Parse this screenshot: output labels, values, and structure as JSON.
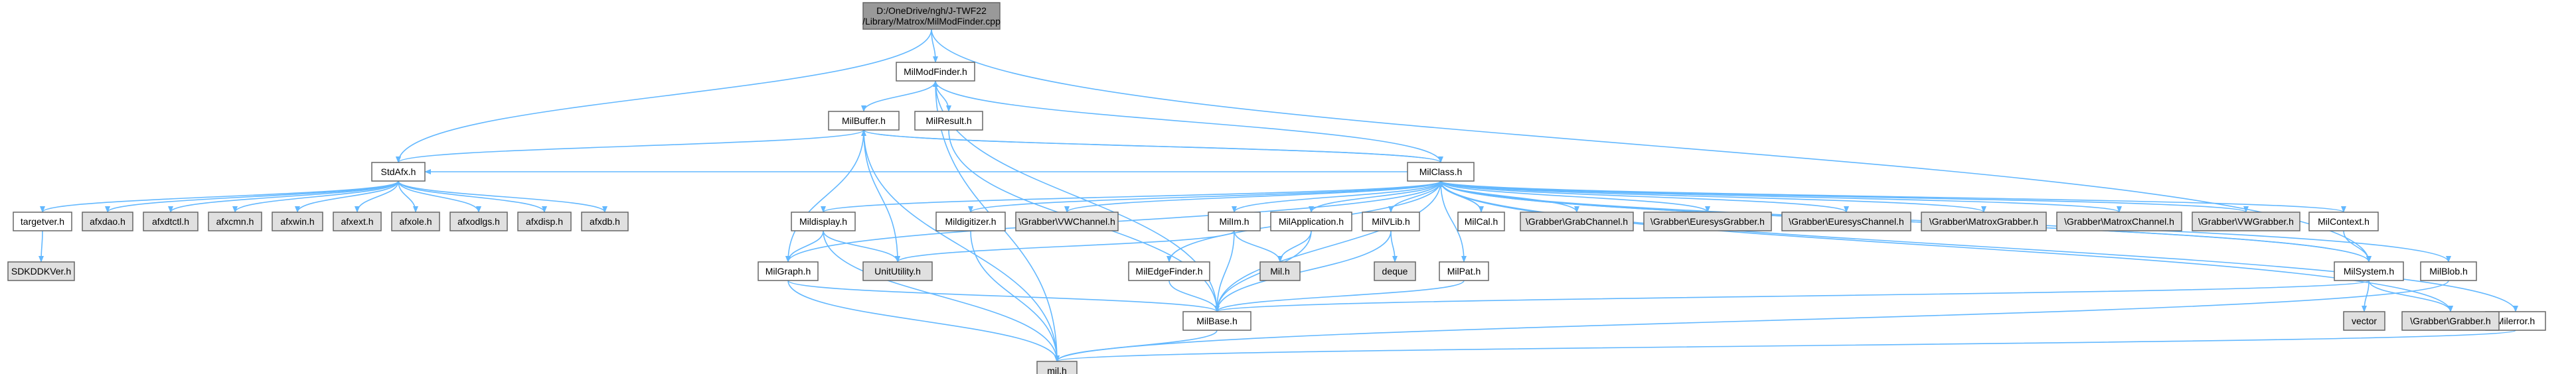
{
  "colors": {
    "root_fill": "#999999",
    "node_fill": "#ffffff",
    "external_fill": "#e0e0e0",
    "border": "#666666",
    "edge": "#63b8ff"
  },
  "nodes": [
    {
      "id": "root",
      "label": "D:/OneDrive/ngh/J-TWF22\n/Library/Matrox/MilModFinder.cpp",
      "kind": "root"
    },
    {
      "id": "milmodfinder_h",
      "label": "MilModFinder.h",
      "kind": "local"
    },
    {
      "id": "stdafx_h",
      "label": "StdAfx.h",
      "kind": "local"
    },
    {
      "id": "milbuffer_h",
      "label": "MilBuffer.h",
      "kind": "local"
    },
    {
      "id": "milresult_h",
      "label": "MilResult.h",
      "kind": "local"
    },
    {
      "id": "milclass_h",
      "label": "MilClass.h",
      "kind": "local"
    },
    {
      "id": "targetver_h",
      "label": "targetver.h",
      "kind": "local"
    },
    {
      "id": "sdkddkver_h",
      "label": "SDKDDKVer.h",
      "kind": "external"
    },
    {
      "id": "afxdao_h",
      "label": "afxdao.h",
      "kind": "external"
    },
    {
      "id": "afxdtctl_h",
      "label": "afxdtctl.h",
      "kind": "external"
    },
    {
      "id": "afxcmn_h",
      "label": "afxcmn.h",
      "kind": "external"
    },
    {
      "id": "afxwin_h",
      "label": "afxwin.h",
      "kind": "external"
    },
    {
      "id": "afxext_h",
      "label": "afxext.h",
      "kind": "external"
    },
    {
      "id": "afxole_h",
      "label": "afxole.h",
      "kind": "external"
    },
    {
      "id": "afxodlgs_h",
      "label": "afxodlgs.h",
      "kind": "external"
    },
    {
      "id": "afxdisp_h",
      "label": "afxdisp.h",
      "kind": "external"
    },
    {
      "id": "afxdb_h",
      "label": "afxdb.h",
      "kind": "external"
    },
    {
      "id": "mildisplay_h",
      "label": "Mildisplay.h",
      "kind": "local"
    },
    {
      "id": "mildigitizer_h",
      "label": "Mildigitizer.h",
      "kind": "local"
    },
    {
      "id": "grabber_vwchannel_h",
      "label": "\\Grabber\\VWChannel.h",
      "kind": "external"
    },
    {
      "id": "milim_h",
      "label": "MilIm.h",
      "kind": "local"
    },
    {
      "id": "milapplication_h",
      "label": "MilApplication.h",
      "kind": "local"
    },
    {
      "id": "milvlib_h",
      "label": "MilVLib.h",
      "kind": "local"
    },
    {
      "id": "milcal_h",
      "label": "MilCal.h",
      "kind": "local"
    },
    {
      "id": "grabber_grabchannel_h",
      "label": "\\Grabber\\GrabChannel.h",
      "kind": "external"
    },
    {
      "id": "grabber_euresysgrabber_h",
      "label": "\\Grabber\\EuresysGrabber.h",
      "kind": "external"
    },
    {
      "id": "grabber_euresyschannel_h",
      "label": "\\Grabber\\EuresysChannel.h",
      "kind": "external"
    },
    {
      "id": "grabber_matroxgrabber_h",
      "label": "\\Grabber\\MatroxGrabber.h",
      "kind": "external"
    },
    {
      "id": "grabber_matroxchannel_h",
      "label": "\\Grabber\\MatroxChannel.h",
      "kind": "external"
    },
    {
      "id": "grabber_vwgrabber_h",
      "label": "\\Grabber\\VWGrabber.h",
      "kind": "external"
    },
    {
      "id": "milcontext_h",
      "label": "MilContext.h",
      "kind": "local"
    },
    {
      "id": "milgraph_h",
      "label": "MilGraph.h",
      "kind": "local"
    },
    {
      "id": "unitutility_h",
      "label": "UnitUtility.h",
      "kind": "external"
    },
    {
      "id": "miledgefinder_h",
      "label": "MilEdgeFinder.h",
      "kind": "local"
    },
    {
      "id": "mil_h_small",
      "label": "Mil.h",
      "kind": "external"
    },
    {
      "id": "deque",
      "label": "deque",
      "kind": "external"
    },
    {
      "id": "milpat_h",
      "label": "MilPat.h",
      "kind": "local"
    },
    {
      "id": "milsystem_h",
      "label": "MilSystem.h",
      "kind": "local"
    },
    {
      "id": "milblob_h",
      "label": "MilBlob.h",
      "kind": "local"
    },
    {
      "id": "milerror_h",
      "label": "Milerror.h",
      "kind": "local"
    },
    {
      "id": "milbase_h",
      "label": "MilBase.h",
      "kind": "local"
    },
    {
      "id": "vector",
      "label": "vector",
      "kind": "external"
    },
    {
      "id": "grabber_grabber_h",
      "label": "\\Grabber\\Grabber.h",
      "kind": "external"
    },
    {
      "id": "mil_h",
      "label": "mil.h",
      "kind": "external"
    }
  ],
  "edges": [
    [
      "root",
      "milmodfinder_h"
    ],
    [
      "root",
      "stdafx_h"
    ],
    [
      "root",
      "milsystem_h"
    ],
    [
      "milmodfinder_h",
      "milbuffer_h"
    ],
    [
      "milmodfinder_h",
      "milresult_h"
    ],
    [
      "milmodfinder_h",
      "milbase_h"
    ],
    [
      "milmodfinder_h",
      "mil_h"
    ],
    [
      "milbuffer_h",
      "stdafx_h"
    ],
    [
      "milbuffer_h",
      "milclass_h"
    ],
    [
      "milbuffer_h",
      "milgraph_h"
    ],
    [
      "milbuffer_h",
      "unitutility_h"
    ],
    [
      "milbuffer_h",
      "mil_h"
    ],
    [
      "milresult_h",
      "milbase_h"
    ],
    [
      "stdafx_h",
      "targetver_h"
    ],
    [
      "stdafx_h",
      "afxdao_h"
    ],
    [
      "stdafx_h",
      "afxdtctl_h"
    ],
    [
      "stdafx_h",
      "afxcmn_h"
    ],
    [
      "stdafx_h",
      "afxwin_h"
    ],
    [
      "stdafx_h",
      "afxext_h"
    ],
    [
      "stdafx_h",
      "afxole_h"
    ],
    [
      "stdafx_h",
      "afxodlgs_h"
    ],
    [
      "stdafx_h",
      "afxdisp_h"
    ],
    [
      "stdafx_h",
      "afxdb_h"
    ],
    [
      "targetver_h",
      "sdkddkver_h"
    ],
    [
      "milclass_h",
      "milmodfinder_h"
    ],
    [
      "milclass_h",
      "milbuffer_h"
    ],
    [
      "milclass_h",
      "stdafx_h"
    ],
    [
      "milclass_h",
      "mildisplay_h"
    ],
    [
      "milclass_h",
      "mildigitizer_h"
    ],
    [
      "milclass_h",
      "grabber_vwchannel_h"
    ],
    [
      "milclass_h",
      "milim_h"
    ],
    [
      "milclass_h",
      "milapplication_h"
    ],
    [
      "milclass_h",
      "milvlib_h"
    ],
    [
      "milclass_h",
      "milcal_h"
    ],
    [
      "milclass_h",
      "grabber_grabchannel_h"
    ],
    [
      "milclass_h",
      "grabber_euresysgrabber_h"
    ],
    [
      "milclass_h",
      "grabber_euresyschannel_h"
    ],
    [
      "milclass_h",
      "grabber_matroxgrabber_h"
    ],
    [
      "milclass_h",
      "grabber_matroxchannel_h"
    ],
    [
      "milclass_h",
      "grabber_vwgrabber_h"
    ],
    [
      "milclass_h",
      "milcontext_h"
    ],
    [
      "milclass_h",
      "milgraph_h"
    ],
    [
      "milclass_h",
      "miledgefinder_h"
    ],
    [
      "milclass_h",
      "milpat_h"
    ],
    [
      "milclass_h",
      "milsystem_h"
    ],
    [
      "milclass_h",
      "milblob_h"
    ],
    [
      "milclass_h",
      "milerror_h"
    ],
    [
      "milclass_h",
      "milbase_h"
    ],
    [
      "milclass_h",
      "grabber_grabber_h"
    ],
    [
      "mildisplay_h",
      "milgraph_h"
    ],
    [
      "mildisplay_h",
      "unitutility_h"
    ],
    [
      "mildisplay_h",
      "mil_h"
    ],
    [
      "mildigitizer_h",
      "mil_h"
    ],
    [
      "milim_h",
      "unitutility_h"
    ],
    [
      "milim_h",
      "mil_h_small"
    ],
    [
      "milim_h",
      "milbase_h"
    ],
    [
      "milapplication_h",
      "mil_h_small"
    ],
    [
      "milapplication_h",
      "milbase_h"
    ],
    [
      "milvlib_h",
      "deque"
    ],
    [
      "milvlib_h",
      "milbase_h"
    ],
    [
      "milcal_h",
      "milclass_h"
    ],
    [
      "milcontext_h",
      "milsystem_h"
    ],
    [
      "milgraph_h",
      "milbase_h"
    ],
    [
      "milgraph_h",
      "mil_h"
    ],
    [
      "miledgefinder_h",
      "milbase_h"
    ],
    [
      "milpat_h",
      "milbase_h"
    ],
    [
      "milsystem_h",
      "milbase_h"
    ],
    [
      "milsystem_h",
      "vector"
    ],
    [
      "milsystem_h",
      "grabber_grabber_h"
    ],
    [
      "milsystem_h",
      "milclass_h"
    ],
    [
      "milblob_h",
      "mil_h"
    ],
    [
      "milerror_h",
      "mil_h"
    ],
    [
      "milbase_h",
      "mil_h"
    ]
  ]
}
